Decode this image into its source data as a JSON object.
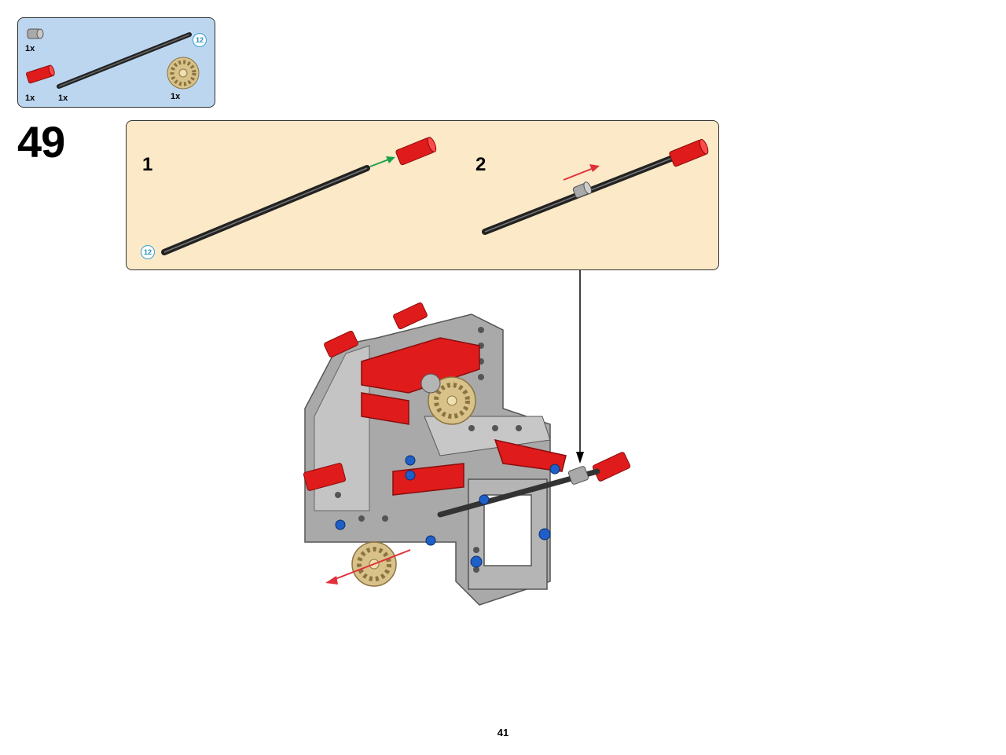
{
  "parts_list": {
    "items": [
      {
        "name": "bush",
        "qty": "1x",
        "color": "#9a9a9a"
      },
      {
        "name": "axle-connector-red",
        "qty": "1x",
        "color": "#e01b1b"
      },
      {
        "name": "axle-12",
        "qty": "1x",
        "length": "12",
        "color": "#333333"
      },
      {
        "name": "gear-20-tooth-tan",
        "qty": "1x",
        "color": "#d8c28a"
      }
    ]
  },
  "step": {
    "number": "49",
    "substeps": [
      {
        "number": "1",
        "axle_length": "12"
      },
      {
        "number": "2"
      }
    ]
  },
  "colors": {
    "parts_bg": "#bcd6f0",
    "substep_bg": "#fbe9c7",
    "red": "#e01b1b",
    "grey": "#a9a9a9",
    "tan": "#d8c28a",
    "blue": "#1e5fc8",
    "arrow_green": "#1aa04a",
    "arrow_red": "#e0303a"
  },
  "page": {
    "number": "41"
  }
}
